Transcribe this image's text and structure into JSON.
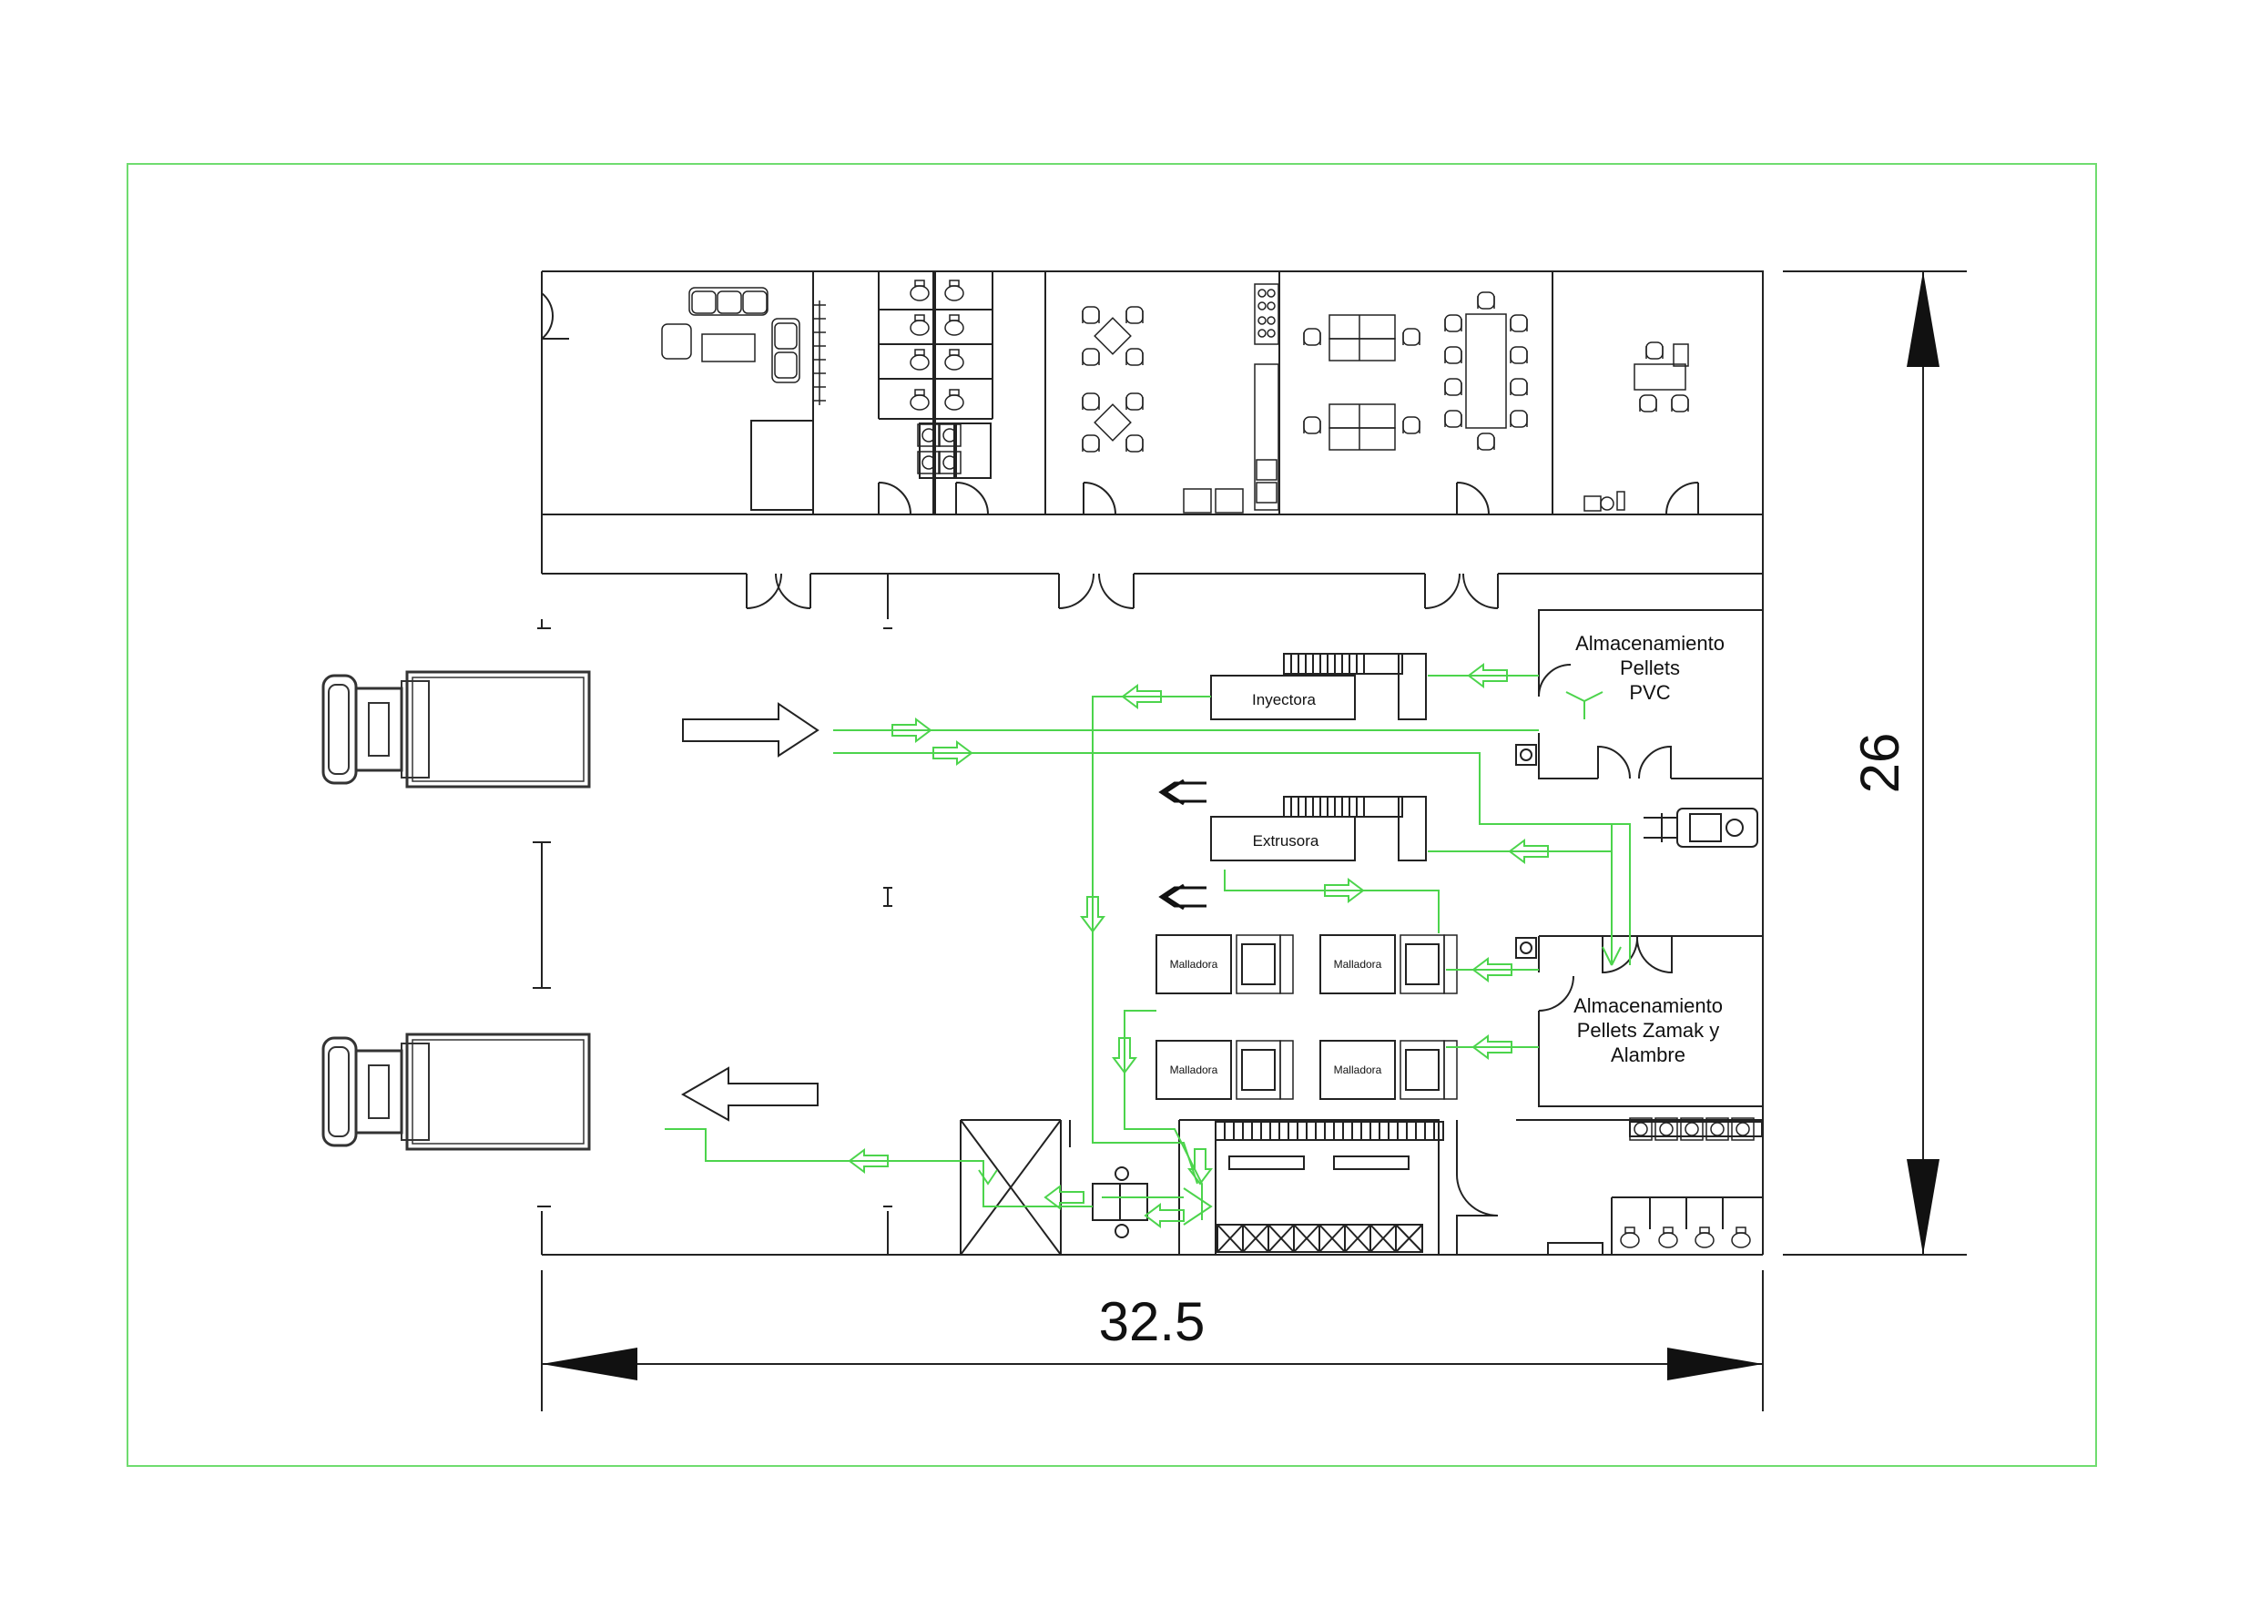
{
  "labels": {
    "inyectora": "Inyectora",
    "extrusora": "Extrusora",
    "malladora": "Malladora",
    "storage_pvc": [
      "Almacenamiento",
      "Pellets",
      "PVC"
    ],
    "storage_zamak": [
      "Almacenamiento",
      "Pellets Zamak y",
      "Alambre"
    ]
  },
  "dimensions": {
    "width": "32.5",
    "height": "26"
  },
  "colors": {
    "line": "#222222",
    "flow": "#4cd44c",
    "frame": "#6fdc6f"
  },
  "icons": [
    "truck-icon",
    "forklift-icon",
    "arrow-icon",
    "table-icon",
    "chair-icon",
    "sofa-icon",
    "toilet-icon",
    "sink-icon",
    "stove-icon",
    "door-icon"
  ]
}
